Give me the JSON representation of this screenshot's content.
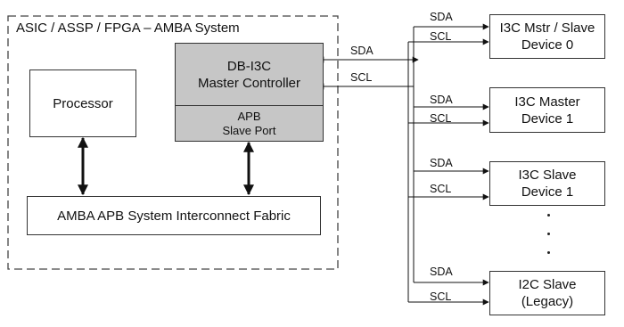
{
  "system_title": "ASIC / ASSP / FPGA – AMBA System",
  "processor": "Processor",
  "master_controller": {
    "line1": "DB-I3C",
    "line2": "Master Controller"
  },
  "apb_port": {
    "line1": "APB",
    "line2": "Slave Port"
  },
  "fabric": "AMBA APB System Interconnect Fabric",
  "bus_labels": {
    "sda": "SDA",
    "scl": "SCL"
  },
  "devices": [
    {
      "line1": "I3C Mstr / Slave",
      "line2": "Device 0",
      "sda": "SDA",
      "scl": "SCL"
    },
    {
      "line1": "I3C Master",
      "line2": "Device 1",
      "sda": "SDA",
      "scl": "SCL"
    },
    {
      "line1": "I3C Slave",
      "line2": "Device 1",
      "sda": "SDA",
      "scl": "SCL"
    },
    {
      "line1": "I2C Slave",
      "line2": "(Legacy)",
      "sda": "SDA",
      "scl": "SCL"
    }
  ],
  "ellipsis_icon": "vertical-ellipsis"
}
